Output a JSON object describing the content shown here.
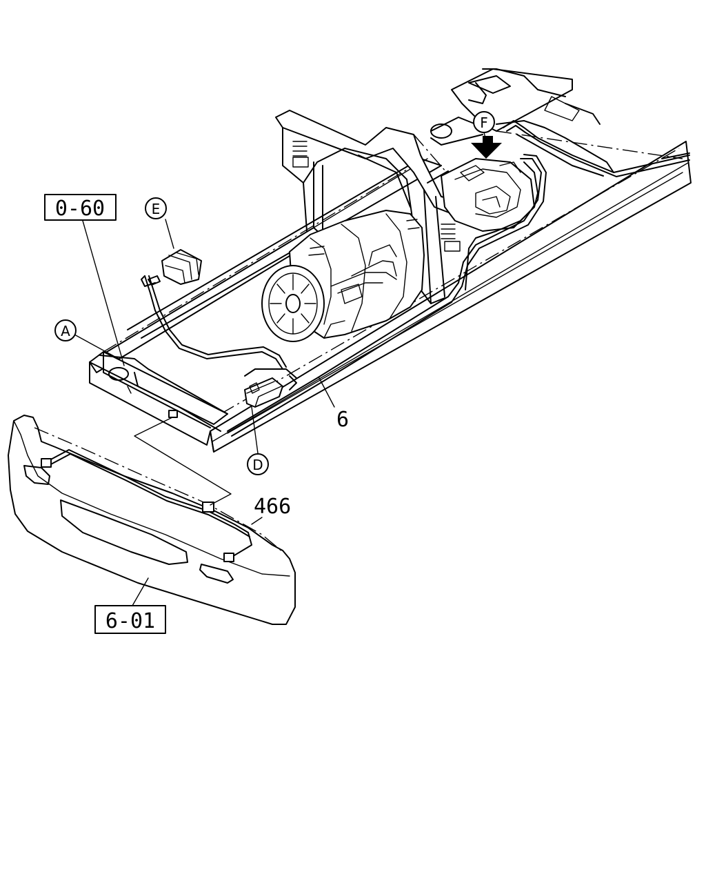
{
  "callouts": {
    "a": "A",
    "d": "D",
    "e": "E",
    "f": "F"
  },
  "parts": {
    "ref_0_60": "0-60",
    "ref_6_01": "6-01",
    "part_6": "6",
    "part_466": "466"
  }
}
